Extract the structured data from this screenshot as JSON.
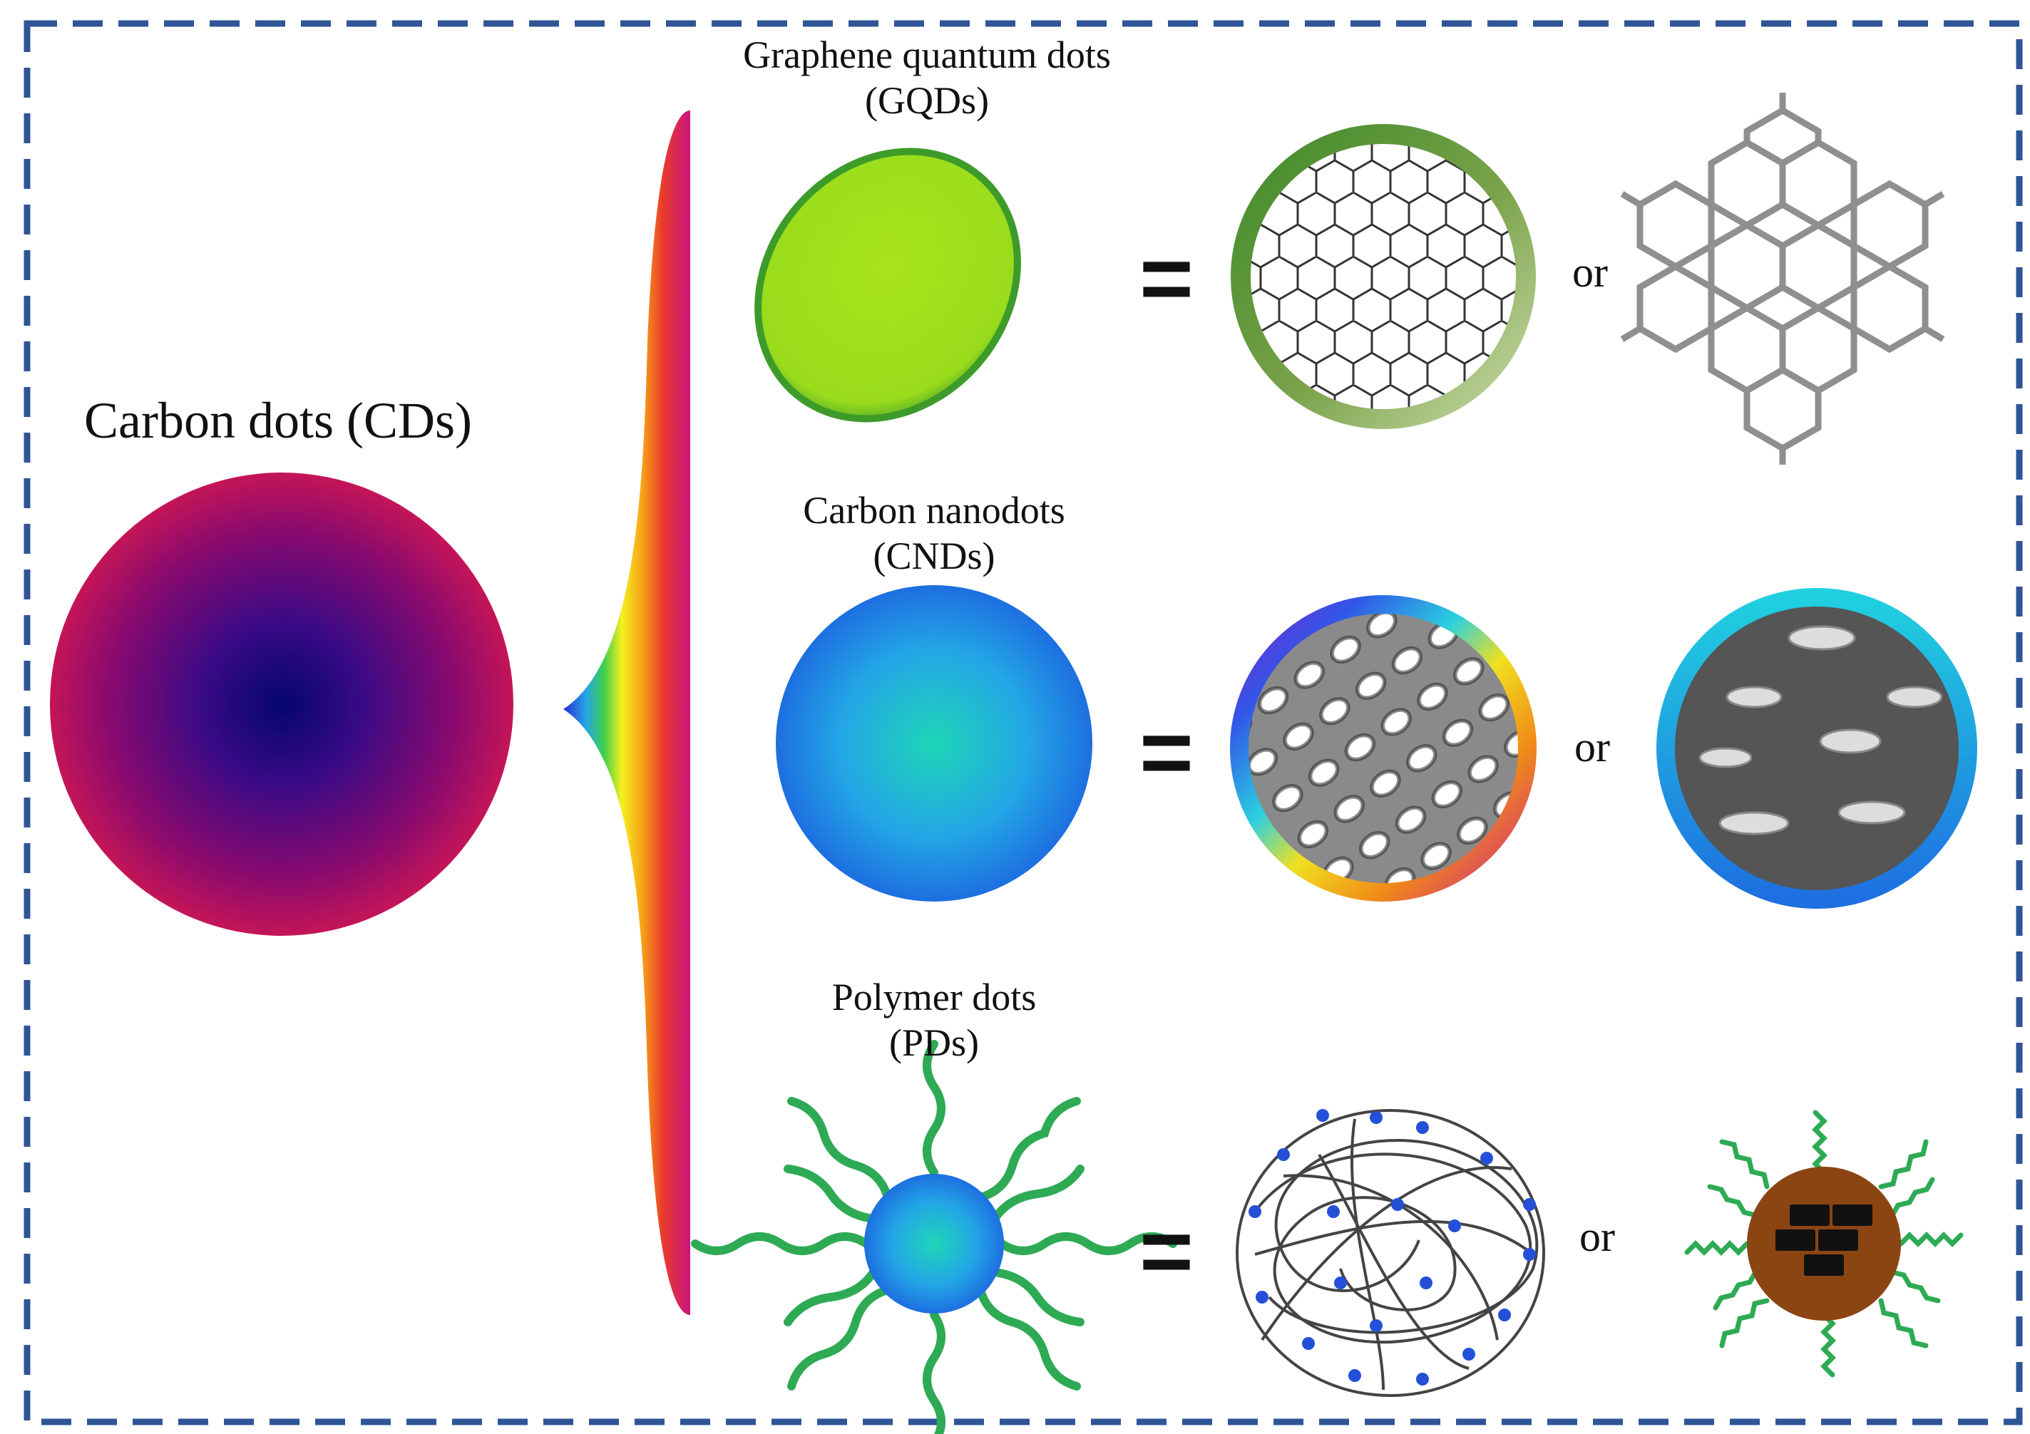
{
  "main_label": "Carbon dots (CDs)",
  "rows": [
    {
      "title_line1": "Graphene quantum dots",
      "title_line2": "(GQDs)",
      "equals": "=",
      "or": "or"
    },
    {
      "title_line1": "Carbon nanodots",
      "title_line2": "(CNDs)",
      "equals": "=",
      "or": "or"
    },
    {
      "title_line1": "Polymer dots",
      "title_line2": "(PDs)",
      "equals": "=",
      "or": "or"
    }
  ],
  "colors": {
    "frame_dash": "#2f5597",
    "cd_center": "#0a0a6e",
    "cd_edge": "#c2185b",
    "gqd_disc": "#a6e22e",
    "cnd_sphere_center": "#1fd0c8",
    "cnd_sphere_edge": "#1f7fe6",
    "polymer_chain": "#2eaa55",
    "pd_core": "#8b4513"
  },
  "icons": [
    "spectrum-fan",
    "graphene-lattice-icon",
    "molecule-icon",
    "crystal-lattice-icon",
    "amorphous-core-icon",
    "polymer-network-icon",
    "polymer-core-icon"
  ]
}
